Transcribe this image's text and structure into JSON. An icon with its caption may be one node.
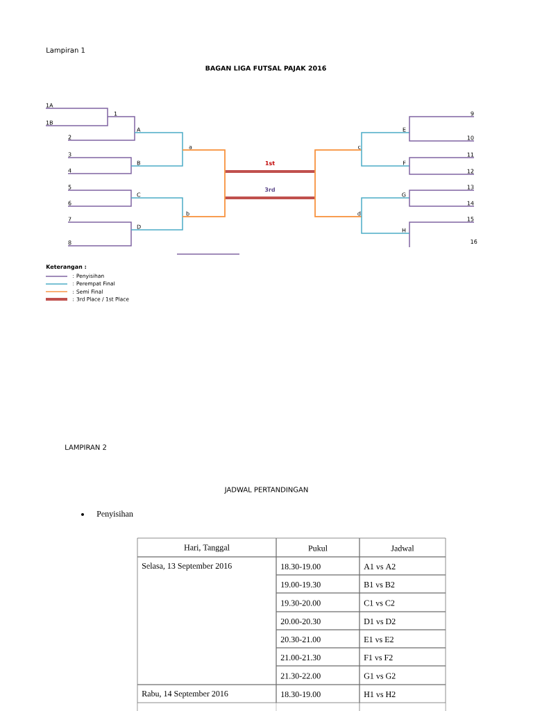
{
  "diagram": {
    "title": "BAGAN LIGA FUTSAL PAJAK 2016",
    "nodes": [
      {
        "text": [
          "1A"
        ]
      },
      {
        "text": [
          "1B"
        ]
      },
      {
        "text": [
          "1"
        ]
      },
      {
        "text": [
          "2"
        ]
      },
      {
        "text": [
          "A"
        ]
      },
      {
        "text": [
          "3"
        ]
      },
      {
        "text": [
          "4"
        ]
      },
      {
        "text": [
          "B"
        ]
      },
      {
        "text": [
          "a"
        ]
      },
      {
        "text": [
          "5"
        ]
      },
      {
        "text": [
          "6"
        ]
      },
      {
        "text": [
          "C"
        ]
      },
      {
        "text": [
          "7"
        ]
      },
      {
        "text": [
          "8"
        ]
      },
      {
        "text": [
          "D"
        ]
      },
      {
        "text": [
          "b"
        ]
      },
      {
        "text": [],
        "shape": "bar",
        "beside": [
          "1st"
        ]
      },
      {
        "text": [],
        "shape": "bar",
        "beside": [
          "3rd"
        ]
      },
      {
        "text": [
          "9"
        ]
      },
      {
        "text": [
          "E"
        ]
      },
      {
        "text": [
          "10"
        ]
      },
      {
        "text": [
          "c"
        ]
      },
      {
        "text": [
          "11"
        ]
      },
      {
        "text": [
          "F"
        ]
      },
      {
        "text": [
          "12"
        ]
      },
      {
        "text": [
          "13"
        ]
      },
      {
        "text": [
          "G"
        ]
      },
      {
        "text": [
          "14"
        ]
      },
      {
        "text": [
          "d"
        ]
      },
      {
        "text": [
          "15"
        ]
      },
      {
        "text": [
          "H"
        ]
      }
    ],
    "edges": [
      {
        "from": 0,
        "to": 2,
        "arrow": "none"
      },
      {
        "from": 1,
        "to": 2,
        "arrow": "none"
      },
      {
        "from": 2,
        "to": 4,
        "arrow": "none"
      },
      {
        "from": 3,
        "to": 4,
        "arrow": "none"
      },
      {
        "from": 5,
        "to": 7,
        "arrow": "none"
      },
      {
        "from": 6,
        "to": 7,
        "arrow": "none"
      },
      {
        "from": 9,
        "to": 11,
        "arrow": "none"
      },
      {
        "from": 10,
        "to": 11,
        "arrow": "none"
      },
      {
        "from": 12,
        "to": 14,
        "arrow": "none"
      },
      {
        "from": 13,
        "to": 14,
        "arrow": "none"
      },
      {
        "from": 4,
        "to": 8,
        "arrow": "none",
        "color": "#4bacc6"
      },
      {
        "from": 7,
        "to": 8,
        "arrow": "none",
        "color": "#4bacc6"
      },
      {
        "from": 11,
        "to": 15,
        "arrow": "none",
        "color": "#4bacc6"
      },
      {
        "from": 14,
        "to": 15,
        "arrow": "none",
        "color": "#4bacc6"
      },
      {
        "from": 8,
        "to": 16,
        "arrow": "none",
        "color": "#f79646"
      },
      {
        "from": 8,
        "to": 17,
        "arrow": "none",
        "color": "#f79646"
      },
      {
        "from": 15,
        "to": 16,
        "arrow": "none",
        "color": "#f79646"
      },
      {
        "from": 15,
        "to": 17,
        "arrow": "none",
        "color": "#f79646"
      },
      {
        "from": 21,
        "to": 16,
        "arrow": "none",
        "color": "#f79646"
      },
      {
        "from": 21,
        "to": 17,
        "arrow": "none",
        "color": "#f79646"
      },
      {
        "from": 28,
        "to": 16,
        "arrow": "none",
        "color": "#f79646"
      },
      {
        "from": 28,
        "to": 17,
        "arrow": "none",
        "color": "#f79646"
      },
      {
        "from": 19,
        "to": 21,
        "arrow": "none",
        "color": "#4bacc6"
      },
      {
        "from": 23,
        "to": 21,
        "arrow": "none",
        "color": "#4bacc6"
      },
      {
        "from": 26,
        "to": 28,
        "arrow": "none",
        "color": "#4bacc6"
      },
      {
        "from": 30,
        "to": 28,
        "arrow": "none",
        "color": "#4bacc6"
      },
      {
        "from": 18,
        "to": 19,
        "arrow": "none"
      },
      {
        "from": 20,
        "to": 19,
        "arrow": "none"
      },
      {
        "from": 22,
        "to": 23,
        "arrow": "none"
      },
      {
        "from": 24,
        "to": 23,
        "arrow": "none"
      },
      {
        "from": 25,
        "to": 26,
        "arrow": "none"
      },
      {
        "from": 27,
        "to": 26,
        "arrow": "none"
      },
      {
        "from": 29,
        "to": 30,
        "arrow": "none"
      }
    ],
    "labels": [
      "Lampiran 1",
      "Keterangan :",
      "16",
      "LAMPIRAN 2",
      "JADWAL PERTANDINGAN",
      "Penyisihan",
      "Hari, Tanggal",
      "Pukul",
      "Jadwal",
      "Selasa, 13 September 2016",
      "18.30-19.00",
      "A1 vs A2",
      "19.00-19.30",
      "B1 vs B2",
      "19.30-20.00",
      "C1 vs C2",
      "20.00-20.30",
      "D1 vs D2",
      "20.30-21.00",
      "E1 vs E2",
      "21.00-21.30",
      "F1 vs F2",
      "21.30-22.00",
      "G1 vs G2",
      "Rabu, 14 September 2016",
      "18.30-19.00",
      "H1 vs H2"
    ],
    "legend": [
      {
        "text": ": Penyisihan"
      },
      {
        "text": ": Perempat Final"
      },
      {
        "text": ": Semi Final"
      },
      {
        "text": ": 3rd Place / 1st Place"
      }
    ]
  }
}
